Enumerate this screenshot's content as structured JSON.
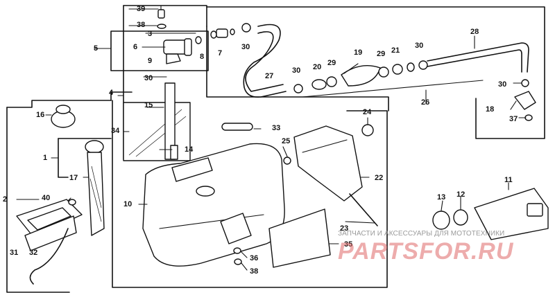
{
  "callouts": {
    "c1": "1",
    "c2": "2",
    "c3": "3",
    "c4": "4",
    "c5": "5",
    "c6": "6",
    "c7": "7",
    "c8": "8",
    "c9": "9",
    "c10": "10",
    "c11": "11",
    "c12": "12",
    "c13": "13",
    "c14": "14",
    "c15": "15",
    "c16": "16",
    "c17": "17",
    "c18": "18",
    "c19": "19",
    "c20": "20",
    "c21": "21",
    "c22": "22",
    "c23": "23",
    "c24": "24",
    "c25": "25",
    "c26": "26",
    "c27": "27",
    "c28": "28",
    "c29a": "29",
    "c29b": "29",
    "c30a": "30",
    "c30b": "30",
    "c30c": "30",
    "c30d": "30",
    "c30e": "30",
    "c31": "31",
    "c32": "32",
    "c33": "33",
    "c34": "34",
    "c35": "35",
    "c36": "36",
    "c37": "37",
    "c38a": "38",
    "c38b": "38",
    "c39": "39",
    "c40": "40"
  },
  "watermark": {
    "caption": "ЗАПЧАСТИ И АКСЕССУАРЫ ДЛЯ МОТОТЕХНИКИ",
    "brand": "PARTSFOR.RU"
  }
}
